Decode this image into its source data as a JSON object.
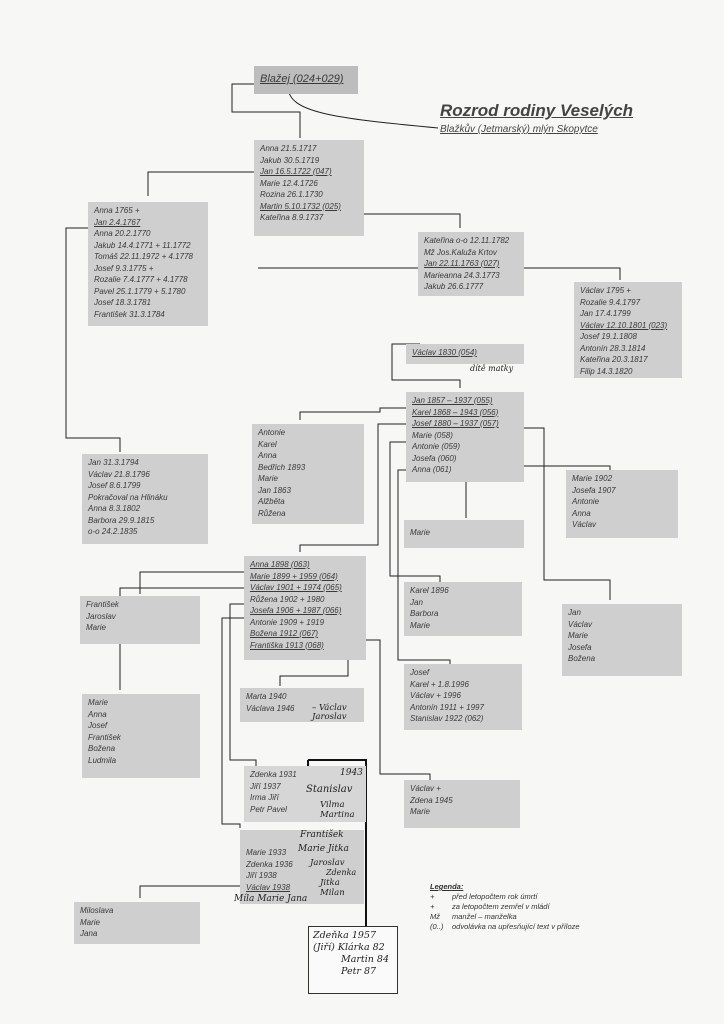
{
  "title": "Rozrod rodiny Veselých",
  "subtitle": "Blažkův (Jetmarský) mlýn Skopytce",
  "root": "Blažej (024+029)",
  "boxes": {
    "gen1": [
      "Anna 21.5.1717",
      "Jakub 30.5.1719",
      "Jan 16.5.1722 (047)",
      "Marie 12.4.1726",
      "Rozina 26.1.1730",
      "Martin 5.10.1732 (025)",
      "Kateřina 8.9.1737"
    ],
    "left1": [
      "Anna 1765 +",
      "Jan 2.4.1767",
      "Anna 20.2.1770",
      "Jakub 14.4.1771 + 11.1772",
      "Tomáš 22.11.1972 + 4.1778",
      "Josef 9.3.1775 +",
      "Rozalie 7.4.1777 + 4.1778",
      "Pavel 25.1.1779 + 5.1780",
      "Josef 18.3.1781",
      "František 31.3.1784"
    ],
    "kat": [
      "Kateřina o-o 12.11.1782",
      "Mž Jos.Kaluža Krtov",
      "Jan 22.11.1763 (027)",
      "Marieanna 24.3.1773",
      "Jakub 26.6.1777"
    ],
    "vac": [
      "Václav 1795 +",
      "Rozalie 9.4.1797",
      "Jan 17.4.1799",
      "Václav 12.10.1801 (023)",
      "Josef 19.1.1808",
      "Antonín 28.3.1814",
      "Kateřina 20.3.1817",
      "Filip 14.3.1820"
    ],
    "vac1830": [
      "Václav 1830 (054)"
    ],
    "left2": [
      "Jan 31.3.1794",
      "Václav 21.8.1796",
      "Josef 8.6.1799",
      "Pokračoval na Hlináku",
      "Anna 8.3.1802",
      "Barbora 29.9.1815",
      "o-o 24.2.1835"
    ],
    "antonie": [
      "Antonie",
      "Karel",
      "Anna",
      "Bedřich 1893",
      "Marie",
      "Jan 1863",
      "Alžběta",
      "Růžena"
    ],
    "jan1857": [
      "Jan 1857 – 1937 (055)",
      "Karel 1868 – 1943 (056)",
      "Josef 1880 – 1937 (057)",
      "Marie (058)",
      "Antonie (059)",
      "Josefa (060)",
      "Anna (061)"
    ],
    "marie1902": [
      "Marie 1902",
      "Josefa 1907",
      "Antonie",
      "Anna",
      "Václav"
    ],
    "marie_single": [
      "Marie"
    ],
    "anna1898": [
      "Anna 1898 (063)",
      "Marie 1899 + 1959 (064)",
      "Václav 1901 + 1974 (065)",
      "Růžena 1902 + 1980",
      "Josefa 1906 + 1987 (066)",
      "Antonie 1909 + 1919",
      "Božena 1912 (067)",
      "Františka 1913 (068)"
    ],
    "frant": [
      "František",
      "Jaroslav",
      "Marie"
    ],
    "karel1896": [
      "Karel 1896",
      "Jan",
      "Barbora",
      "Marie"
    ],
    "janvac": [
      "Jan",
      "Václav",
      "Marie",
      "Josefa",
      "Božena"
    ],
    "josef": [
      "Josef",
      "Karel + 1.8.1996",
      "Václav + 1996",
      "Antonín 1911 + 1997",
      "Stanislav 1922 (062)"
    ],
    "marieanna": [
      "Marie",
      "Anna",
      "Josef",
      "František",
      "Božena",
      "Ludmila"
    ],
    "marta": [
      "Marta 1940",
      "Václava 1946"
    ],
    "zdenka": [
      "Zdenka 1931",
      "Jiří 1937",
      "Irma Jiří",
      "Petr Pavel"
    ],
    "vaclavz": [
      "Václav +",
      "Zdena 1945",
      "Marie"
    ],
    "marie1933": [
      "Marie 1933",
      "Zdenka 1936",
      "Jiří 1938",
      "Václav 1938"
    ],
    "miloslava": [
      "Miloslava",
      "Marie",
      "Jana"
    ]
  },
  "handwriting": {
    "dite_matky": "dítě matky",
    "vaclav_jaroslav": "– Václav Jaroslav",
    "n1943": "1943",
    "stanislav": "Stanislav",
    "vilma_martina": "Vilma Martina",
    "frantisek": "František",
    "marie_jitka": "Marie Jitka",
    "jaroslav": "Jaroslav",
    "zdenka": "Zdenka",
    "jitka_milan": "Jitka Milan",
    "mila_marie_jana": "Míla Marie Jana"
  },
  "note": [
    "Zdeňka 1957",
    "(Jiří) Klárka 82",
    "Martin 84",
    "Petr 87"
  ],
  "legend": {
    "heading": "Legenda:",
    "rows": [
      {
        "k": "+",
        "v": "před letopočtem rok úmrtí"
      },
      {
        "k": "+",
        "v": "za letopočtem zemřel v mládí"
      },
      {
        "k": "Mž",
        "v": "manžel – manželka"
      },
      {
        "k": "(0..)",
        "v": "odvolávka na upřesňující text v příloze"
      }
    ]
  }
}
